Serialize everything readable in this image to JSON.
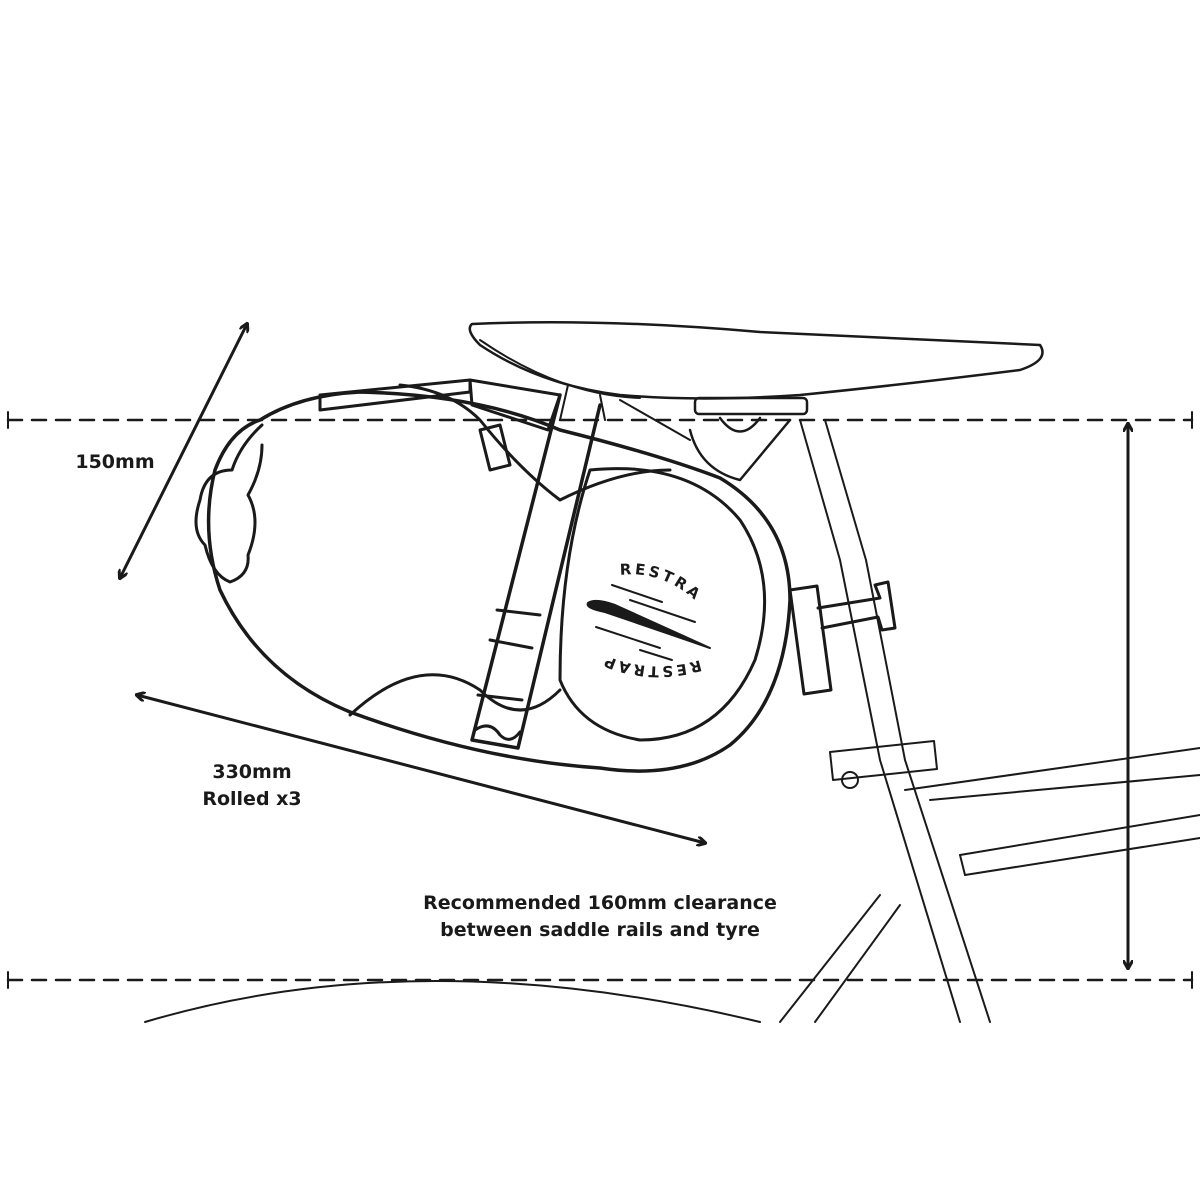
{
  "labels": {
    "height_dim": "150mm",
    "length_dim": "330mm",
    "length_note": "Rolled x3",
    "clearance_line1": "Recommended 160mm clearance",
    "clearance_line2": "between saddle rails and tyre"
  },
  "logo": {
    "text": "RESTRAP"
  },
  "colors": {
    "line": "#1a1a1a",
    "background": "#ffffff"
  }
}
